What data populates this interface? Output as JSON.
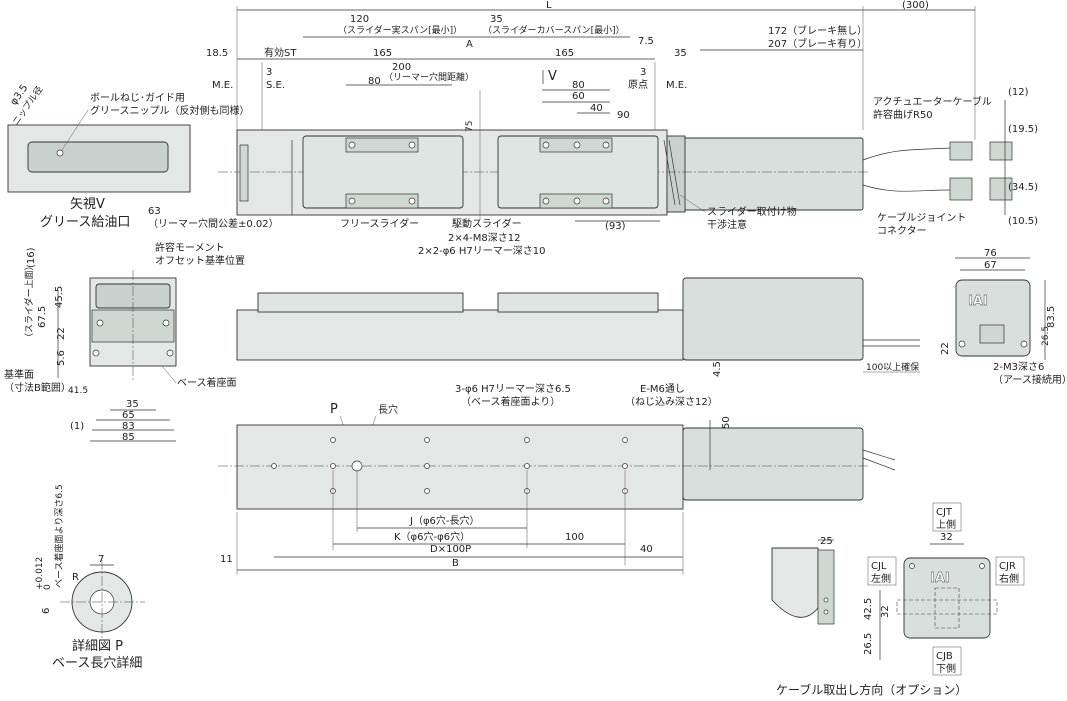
{
  "top_view": {
    "dim_L": "L",
    "dim_300": "(300)",
    "dim_120": "120",
    "dim_120_note": "（スライダー実スパン[最小]）",
    "dim_35": "35",
    "dim_35_note": "（スライダーカバースパン[最小]）",
    "dim_A": "A",
    "dim_18_5": "18.5",
    "dim_eff_st": "有効ST",
    "dim_165_left": "165",
    "dim_165_right": "165",
    "dim_7_5": "7.5",
    "dim_35b": "35",
    "dim_172": "172（ブレーキ無し）",
    "dim_207": "207（ブレーキ有り）",
    "me_left": "M.E.",
    "se": "S.E.",
    "dim_3_left": "3",
    "dim_3_right": "3",
    "origin": "原点",
    "me_right": "M.E.",
    "dim_200": "200",
    "dim_200_note": "（リーマー穴間距離）",
    "dim_80_left": "80",
    "view_v": "V",
    "dim_80_right": "80",
    "dim_60": "60",
    "dim_40": "40",
    "dim_90": "90",
    "dim_75": "75",
    "dim_63": "63",
    "dim_63_note": "（リーマー穴間公差±0.02）",
    "free_slider": "フリースライダー",
    "drive_slider": "駆動スライダー",
    "m8": "2×4-M8深さ12",
    "reamer": "2×2-φ6 H7リーマー深さ10",
    "dim_93": "(93)",
    "slider_attach": "スライダー取付け物",
    "interference": "干渉注意",
    "cable_label": "アクチュエーターケーブル",
    "cable_r": "許容曲げR50",
    "cable_joint": "ケーブルジョイント",
    "connector": "コネクター",
    "dim_12": "(12)",
    "dim_19_5": "(19.5)",
    "dim_34_5": "(34.5)",
    "dim_10_5": "(10.5)"
  },
  "view_v": {
    "phi": "φ3.5",
    "nipple_diam": "ニップル径",
    "ball_screw": "ボールねじ･ガイド用",
    "grease_nipple": "グリースニップル（反対側も同様）",
    "title": "矢視V",
    "subtitle": "グリース給油口"
  },
  "end_view": {
    "dim_16": "(16)",
    "moment": "許容モーメント",
    "offset": "オフセット基準位置",
    "dim_67_5": "67.5",
    "slider_top": "（スライダー上面）",
    "dim_45_5": "45.5",
    "dim_22": "22",
    "dim_5_6": "5.6",
    "ref_face": "基準面",
    "ref_range": "（寸法B範囲）",
    "dim_41_5": "41.5",
    "base_face": "ベース着座面",
    "dim_35": "35",
    "dim_65": "65",
    "dim_83": "83",
    "dim_85": "85",
    "dim_1": "(1)"
  },
  "side_view": {
    "dim_4_5": "4.5",
    "cable_len": "100以上確保"
  },
  "motor_end": {
    "dim_76": "76",
    "dim_67": "67",
    "dim_83_5": "83.5",
    "dim_22": "22",
    "dim_26_5": "26.5",
    "logo": "IAI",
    "m3": "2-M3深さ6",
    "ground": "（アース接続用）"
  },
  "bottom_view": {
    "p_label": "P",
    "slot": "長穴",
    "reamer_holes": "3-φ6 H7リーマー深さ6.5",
    "reamer_note": "（ベース着座面より）",
    "em6": "E-M6通し",
    "em6_note": "（ねじ込み深さ12）",
    "dim_50": "50",
    "dim_J": "J（φ6穴-長穴）",
    "dim_K": "K（φ6穴-φ6穴）",
    "dim_100": "100",
    "dim_D": "D×100P",
    "dim_40": "40",
    "dim_11": "11",
    "dim_B": "B"
  },
  "detail_p": {
    "dim_6": "6",
    "tol": "+0.012",
    "tol0": "0",
    "depth": "ベース着座面より深さ6.5",
    "dim_7": "7",
    "r": "R",
    "title": "詳細図 P",
    "subtitle": "ベース長穴詳細"
  },
  "cable_option": {
    "dim_25": "25",
    "cjt": "CJT",
    "cjt_pos": "上側",
    "dim_32_top": "32",
    "cjl": "CJL",
    "cjl_pos": "左側",
    "cjr": "CJR",
    "cjr_pos": "右側",
    "dim_42_5": "42.5",
    "dim_32_side": "32",
    "dim_26_5": "26.5",
    "cjb": "CJB",
    "cjb_pos": "下側",
    "logo": "IAI",
    "title": "ケーブル取出し方向（オプション）"
  }
}
